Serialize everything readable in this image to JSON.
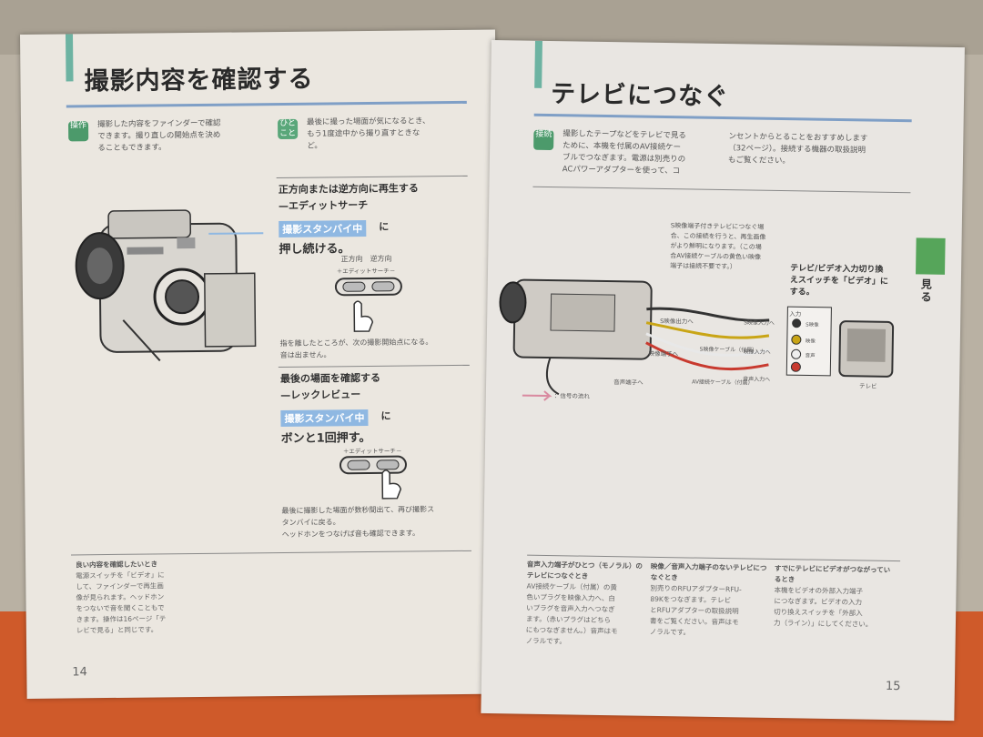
{
  "left_page": {
    "title": "撮影内容を確認する",
    "intro_badge": "操作",
    "intro_text": [
      "撮影した内容をファインダーで確認",
      "できます。撮り直しの開始点を決め",
      "ることもできます。"
    ],
    "tip_badge": "ひとこと",
    "tip_text": [
      "最後に撮った場面が気になるとき、",
      "もう1度途中から撮り直すときな",
      "ど。"
    ],
    "section1": {
      "heading": "正方向または逆方向に再生する",
      "subheading": "—エディットサーチ",
      "highlight": "撮影スタンバイ中",
      "highlight_suffix": "に",
      "action": "押し続ける。",
      "dir_labels": "正方向　逆方向",
      "button_caption": "＋エディットサーチ－",
      "note": [
        "指を離したところが、次の撮影開始点になる。",
        "音は出ません。"
      ]
    },
    "section2": {
      "heading": "最後の場面を確認する",
      "subheading": "—レックレビュー",
      "highlight": "撮影スタンバイ中",
      "highlight_suffix": "に",
      "action": "ボンと1回押す。",
      "button_caption": "＋エディットサーチ－",
      "note": [
        "最後に撮影した場面が数秒間出て、再び撮影ス",
        "タンバイに戻る。",
        "ヘッドホンをつなげば音も確認できます。"
      ]
    },
    "footnote_title": "良い内容を確認したいとき",
    "footnote": [
      "電源スイッチを「ビデオ」に",
      "して、ファインダーで再生画",
      "像が見られます。ヘッドホン",
      "をつないで音を聞くこともで",
      "きます。操作は16ページ「テ",
      "レビで見る」と同じです。"
    ],
    "page_number": "14"
  },
  "right_page": {
    "title": "テレビにつなぐ",
    "intro_badge": "接続",
    "intro_col1": [
      "撮影したテープなどをテレビで見る",
      "ために、本機を付属のAV接続ケー",
      "ブルでつなぎます。電源は別売りの",
      "ACパワーアダプターを使って、コ"
    ],
    "intro_col2": [
      "ンセントからとることをおすすめします",
      "（32ページ）。接続する機器の取扱説明",
      "もご覧ください。"
    ],
    "diagram_note": [
      "S映像端子付きテレビにつなぐ場",
      "合、この接続を行うと、再生画像",
      "がより鮮明になります。（この場",
      "合AV接続ケーブルの黄色い映像",
      "端子は接続不要です。）"
    ],
    "switch_note": [
      "テレビ/ビデオ入力切り換",
      "えスイッチを「ビデオ」に",
      "する。"
    ],
    "labels": {
      "s_video_out": "S映像出力へ",
      "video_out": "映像端子へ",
      "audio_out": "音声端子へ",
      "s_cable": "S映像ケーブル（付属）",
      "av_cable": "AV接続ケーブル（付属）",
      "s_in": "S映像入力へ",
      "video_in": "映像入力へ",
      "audio_in": "音声入力へ",
      "input_panel": "入力",
      "panel_s": "S映像",
      "panel_v": "映像",
      "panel_a": "音声",
      "tv": "テレビ",
      "signal_flow": "：信号の流れ"
    },
    "side_tab": "見る",
    "footnotes": [
      {
        "title": "音声入力端子がひとつ（モノラル）のテレビにつなぐとき",
        "body": [
          "AV接続ケーブル（付属）の黄",
          "色いプラグを映像入力へ、白",
          "いプラグを音声入力へつなぎ",
          "ます。（赤いプラグはどちら",
          "にもつなぎません。）音声はモ",
          "ノラルです。"
        ]
      },
      {
        "title": "映像／音声入力端子のないテレビにつなぐとき",
        "body": [
          "別売りのRFUアダプターRFU-",
          "89Kをつなぎます。テレビ",
          "とRFUアダプターの取扱説明",
          "書をご覧ください。音声はモ",
          "ノラルです。"
        ]
      },
      {
        "title": "すでにテレビにビデオがつながっているとき",
        "body": [
          "本機をビデオの外部入力端子",
          "につなぎます。ビデオの入力",
          "切り換えスイッチを「外部入",
          "力（ライン）」にしてください。"
        ]
      }
    ],
    "page_number": "15"
  }
}
